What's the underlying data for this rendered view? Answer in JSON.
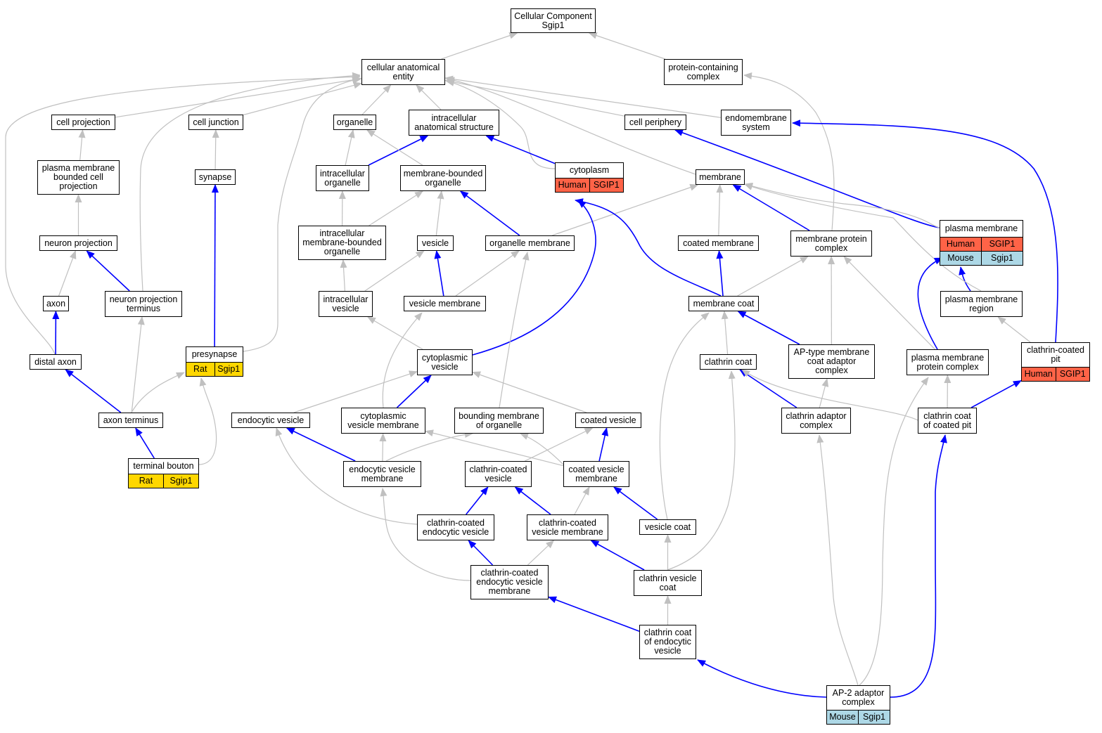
{
  "colors": {
    "gray_edge": "#c0c0c0",
    "blue_edge": "#0000ff",
    "human": "#ff6347",
    "mouse": "#add8e6",
    "rat": "#ffd700"
  },
  "nodes": [
    {
      "id": "root",
      "label": "Cellular Component\nSgip1"
    },
    {
      "id": "cae",
      "label": "cellular anatomical\nentity"
    },
    {
      "id": "pcc",
      "label": "protein-containing\ncomplex"
    },
    {
      "id": "cellproj",
      "label": "cell projection"
    },
    {
      "id": "celljunc",
      "label": "cell junction"
    },
    {
      "id": "organelle",
      "label": "organelle"
    },
    {
      "id": "ias",
      "label": "intracellular\nanatomical structure"
    },
    {
      "id": "cellper",
      "label": "cell periphery"
    },
    {
      "id": "endomem",
      "label": "endomembrane\nsystem"
    },
    {
      "id": "pmbcp",
      "label": "plasma membrane\nbounded cell\nprojection"
    },
    {
      "id": "synapse",
      "label": "synapse"
    },
    {
      "id": "intorg",
      "label": "intracellular\norganelle"
    },
    {
      "id": "mbo",
      "label": "membrane-bounded\norganelle"
    },
    {
      "id": "cytoplasm",
      "label": "cytoplasm",
      "ann": [
        [
          {
            "text": "Human",
            "color": "human"
          },
          {
            "text": "SGIP1",
            "color": "human"
          }
        ]
      ]
    },
    {
      "id": "membrane",
      "label": "membrane"
    },
    {
      "id": "pm",
      "label": "plasma membrane",
      "ann": [
        [
          {
            "text": "Human",
            "color": "human"
          },
          {
            "text": "SGIP1",
            "color": "human"
          }
        ],
        [
          {
            "text": "Mouse",
            "color": "mouse"
          },
          {
            "text": "Sgip1",
            "color": "mouse"
          }
        ]
      ]
    },
    {
      "id": "neuronproj",
      "label": "neuron projection"
    },
    {
      "id": "imbo",
      "label": "intracellular\nmembrane-bounded\norganelle"
    },
    {
      "id": "vesicle",
      "label": "vesicle"
    },
    {
      "id": "orgmem",
      "label": "organelle membrane"
    },
    {
      "id": "coatedmem",
      "label": "coated membrane"
    },
    {
      "id": "mpc",
      "label": "membrane protein\ncomplex"
    },
    {
      "id": "axon",
      "label": "axon"
    },
    {
      "id": "npt",
      "label": "neuron projection\nterminus"
    },
    {
      "id": "intves",
      "label": "intracellular\nvesicle"
    },
    {
      "id": "vesmem",
      "label": "vesicle membrane"
    },
    {
      "id": "memcoat",
      "label": "membrane coat"
    },
    {
      "id": "pmregion",
      "label": "plasma membrane\nregion"
    },
    {
      "id": "distalaxon",
      "label": "distal axon"
    },
    {
      "id": "presynapse",
      "label": "presynapse",
      "ann": [
        [
          {
            "text": "Rat",
            "color": "rat"
          },
          {
            "text": "Sgip1",
            "color": "rat"
          }
        ]
      ]
    },
    {
      "id": "cytoves",
      "label": "cytoplasmic\nvesicle"
    },
    {
      "id": "clathrincoat",
      "label": "clathrin coat"
    },
    {
      "id": "aptype",
      "label": "AP-type membrane\ncoat adaptor\ncomplex"
    },
    {
      "id": "pmpc",
      "label": "plasma membrane\nprotein complex"
    },
    {
      "id": "ccp",
      "label": "clathrin-coated\npit",
      "ann": [
        [
          {
            "text": "Human",
            "color": "human"
          },
          {
            "text": "SGIP1",
            "color": "human"
          }
        ]
      ]
    },
    {
      "id": "axonterm",
      "label": "axon terminus"
    },
    {
      "id": "endoves",
      "label": "endocytic vesicle"
    },
    {
      "id": "cvm",
      "label": "cytoplasmic\nvesicle membrane"
    },
    {
      "id": "bmo",
      "label": "bounding membrane\nof organelle"
    },
    {
      "id": "coatedves",
      "label": "coated vesicle"
    },
    {
      "id": "cac",
      "label": "clathrin adaptor\ncomplex"
    },
    {
      "id": "ccoatpit",
      "label": "clathrin coat\nof coated pit"
    },
    {
      "id": "termbouton",
      "label": "terminal bouton",
      "ann": [
        [
          {
            "text": "Rat",
            "color": "rat"
          },
          {
            "text": "Sgip1",
            "color": "rat"
          }
        ]
      ]
    },
    {
      "id": "evm",
      "label": "endocytic vesicle\nmembrane"
    },
    {
      "id": "ccv",
      "label": "clathrin-coated\nvesicle"
    },
    {
      "id": "cvesmem",
      "label": "coated vesicle\nmembrane"
    },
    {
      "id": "cev",
      "label": "clathrin-coated\nendocytic vesicle"
    },
    {
      "id": "ccvm",
      "label": "clathrin-coated\nvesicle membrane"
    },
    {
      "id": "vescoat",
      "label": "vesicle coat"
    },
    {
      "id": "ccevm",
      "label": "clathrin-coated\nendocytic vesicle\nmembrane"
    },
    {
      "id": "cvc",
      "label": "clathrin vesicle\ncoat"
    },
    {
      "id": "ccev",
      "label": "clathrin coat\nof endocytic\nvesicle"
    },
    {
      "id": "ap2",
      "label": "AP-2 adaptor\ncomplex",
      "ann": [
        [
          {
            "text": "Mouse",
            "color": "mouse"
          },
          {
            "text": "Sgip1",
            "color": "mouse"
          }
        ]
      ]
    }
  ],
  "edges": [
    {
      "from": "cae",
      "to": "root",
      "color": "gray"
    },
    {
      "from": "pcc",
      "to": "root",
      "color": "gray"
    },
    {
      "from": "cellproj",
      "to": "cae",
      "color": "gray"
    },
    {
      "from": "celljunc",
      "to": "cae",
      "color": "gray"
    },
    {
      "from": "organelle",
      "to": "cae",
      "color": "gray"
    },
    {
      "from": "ias",
      "to": "cae",
      "color": "gray"
    },
    {
      "from": "cellper",
      "to": "cae",
      "color": "gray"
    },
    {
      "from": "endomem",
      "to": "cae",
      "color": "gray"
    },
    {
      "from": "membrane",
      "to": "cae",
      "color": "gray"
    },
    {
      "from": "cytoplasm",
      "to": "cae",
      "color": "gray"
    },
    {
      "from": "presynapse",
      "to": "cae",
      "color": "gray"
    },
    {
      "from": "npt",
      "to": "cae",
      "color": "gray"
    },
    {
      "from": "distalaxon",
      "to": "cae",
      "color": "gray"
    },
    {
      "from": "pmbcp",
      "to": "cellproj",
      "color": "gray"
    },
    {
      "from": "neuronproj",
      "to": "pmbcp",
      "color": "gray"
    },
    {
      "from": "axon",
      "to": "neuronproj",
      "color": "gray"
    },
    {
      "from": "npt",
      "to": "neuronproj",
      "color": "blue"
    },
    {
      "from": "distalaxon",
      "to": "axon",
      "color": "blue"
    },
    {
      "from": "axonterm",
      "to": "distalaxon",
      "color": "blue"
    },
    {
      "from": "axonterm",
      "to": "npt",
      "color": "gray"
    },
    {
      "from": "axonterm",
      "to": "presynapse",
      "color": "gray"
    },
    {
      "from": "termbouton",
      "to": "axonterm",
      "color": "blue"
    },
    {
      "from": "termbouton",
      "to": "presynapse",
      "color": "gray"
    },
    {
      "from": "synapse",
      "to": "celljunc",
      "color": "gray"
    },
    {
      "from": "presynapse",
      "to": "synapse",
      "color": "blue"
    },
    {
      "from": "intorg",
      "to": "organelle",
      "color": "gray"
    },
    {
      "from": "intorg",
      "to": "ias",
      "color": "blue"
    },
    {
      "from": "mbo",
      "to": "organelle",
      "color": "gray"
    },
    {
      "from": "cytoplasm",
      "to": "ias",
      "color": "blue"
    },
    {
      "from": "imbo",
      "to": "intorg",
      "color": "gray"
    },
    {
      "from": "imbo",
      "to": "mbo",
      "color": "gray"
    },
    {
      "from": "vesicle",
      "to": "mbo",
      "color": "gray"
    },
    {
      "from": "orgmem",
      "to": "mbo",
      "color": "blue"
    },
    {
      "from": "orgmem",
      "to": "membrane",
      "color": "gray"
    },
    {
      "from": "intves",
      "to": "imbo",
      "color": "gray"
    },
    {
      "from": "intves",
      "to": "vesicle",
      "color": "gray"
    },
    {
      "from": "vesmem",
      "to": "vesicle",
      "color": "blue"
    },
    {
      "from": "vesmem",
      "to": "orgmem",
      "color": "gray"
    },
    {
      "from": "cytoves",
      "to": "intves",
      "color": "gray"
    },
    {
      "from": "cytoves",
      "to": "cytoplasm",
      "color": "blue"
    },
    {
      "from": "coatedmem",
      "to": "membrane",
      "color": "gray"
    },
    {
      "from": "mpc",
      "to": "membrane",
      "color": "blue"
    },
    {
      "from": "mpc",
      "to": "pcc",
      "color": "gray"
    },
    {
      "from": "pm",
      "to": "cellper",
      "color": "blue"
    },
    {
      "from": "pm",
      "to": "membrane",
      "color": "gray"
    },
    {
      "from": "memcoat",
      "to": "coatedmem",
      "color": "blue"
    },
    {
      "from": "memcoat",
      "to": "mpc",
      "color": "gray"
    },
    {
      "from": "memcoat",
      "to": "cytoplasm",
      "color": "blue"
    },
    {
      "from": "pmregion",
      "to": "pm",
      "color": "blue"
    },
    {
      "from": "pmregion",
      "to": "membrane",
      "color": "gray"
    },
    {
      "from": "pmpc",
      "to": "pm",
      "color": "blue"
    },
    {
      "from": "pmpc",
      "to": "mpc",
      "color": "gray"
    },
    {
      "from": "ccp",
      "to": "pmregion",
      "color": "gray"
    },
    {
      "from": "ccp",
      "to": "endomem",
      "color": "blue"
    },
    {
      "from": "clathrincoat",
      "to": "memcoat",
      "color": "gray"
    },
    {
      "from": "aptype",
      "to": "memcoat",
      "color": "blue"
    },
    {
      "from": "aptype",
      "to": "mpc",
      "color": "gray"
    },
    {
      "from": "cac",
      "to": "aptype",
      "color": "gray"
    },
    {
      "from": "cac",
      "to": "clathrincoat",
      "color": "blue"
    },
    {
      "from": "ccoatpit",
      "to": "ccp",
      "color": "blue"
    },
    {
      "from": "ccoatpit",
      "to": "pmpc",
      "color": "gray"
    },
    {
      "from": "ccoatpit",
      "to": "clathrincoat",
      "color": "gray"
    },
    {
      "from": "endoves",
      "to": "cytoves",
      "color": "gray"
    },
    {
      "from": "cvm",
      "to": "cytoves",
      "color": "blue"
    },
    {
      "from": "cvm",
      "to": "vesmem",
      "color": "gray"
    },
    {
      "from": "bmo",
      "to": "orgmem",
      "color": "gray"
    },
    {
      "from": "coatedves",
      "to": "cytoves",
      "color": "gray"
    },
    {
      "from": "evm",
      "to": "endoves",
      "color": "blue"
    },
    {
      "from": "evm",
      "to": "cvm",
      "color": "gray"
    },
    {
      "from": "evm",
      "to": "bmo",
      "color": "gray"
    },
    {
      "from": "ccv",
      "to": "coatedves",
      "color": "gray"
    },
    {
      "from": "cvesmem",
      "to": "coatedves",
      "color": "blue"
    },
    {
      "from": "cvesmem",
      "to": "cvm",
      "color": "gray"
    },
    {
      "from": "cvesmem",
      "to": "bmo",
      "color": "gray"
    },
    {
      "from": "cev",
      "to": "endoves",
      "color": "gray"
    },
    {
      "from": "cev",
      "to": "ccv",
      "color": "blue"
    },
    {
      "from": "ccvm",
      "to": "ccv",
      "color": "blue"
    },
    {
      "from": "ccvm",
      "to": "cvesmem",
      "color": "gray"
    },
    {
      "from": "vescoat",
      "to": "cvesmem",
      "color": "blue"
    },
    {
      "from": "vescoat",
      "to": "memcoat",
      "color": "gray"
    },
    {
      "from": "ccevm",
      "to": "cev",
      "color": "blue"
    },
    {
      "from": "ccevm",
      "to": "ccvm",
      "color": "gray"
    },
    {
      "from": "ccevm",
      "to": "evm",
      "color": "gray"
    },
    {
      "from": "cvc",
      "to": "ccvm",
      "color": "blue"
    },
    {
      "from": "cvc",
      "to": "vescoat",
      "color": "gray"
    },
    {
      "from": "cvc",
      "to": "clathrincoat",
      "color": "gray"
    },
    {
      "from": "ccev",
      "to": "ccevm",
      "color": "blue"
    },
    {
      "from": "ccev",
      "to": "cvc",
      "color": "gray"
    },
    {
      "from": "ap2",
      "to": "ccev",
      "color": "blue"
    },
    {
      "from": "ap2",
      "to": "ccoatpit",
      "color": "blue"
    },
    {
      "from": "ap2",
      "to": "cac",
      "color": "gray"
    },
    {
      "from": "ap2",
      "to": "pmpc",
      "color": "gray"
    }
  ]
}
